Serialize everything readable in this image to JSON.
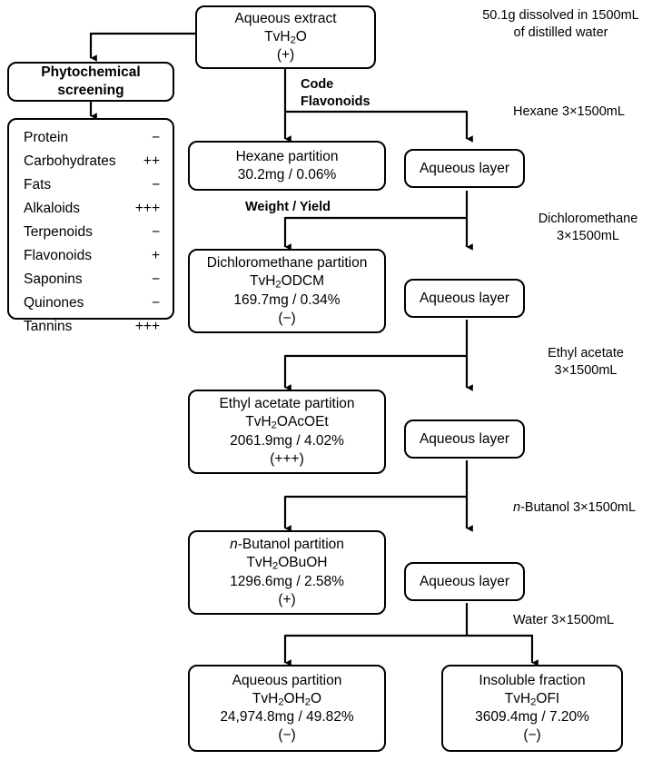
{
  "diagram": {
    "title": "Aqueous extract fractionation flowchart",
    "nodes": {
      "aqueous_extract": {
        "line1": "Aqueous extract",
        "line2": "TvH2O",
        "line3": "(+)"
      },
      "phytochemical_screening": {
        "line1": "Phytochemical",
        "line2": "screening"
      },
      "hexane_partition": {
        "line1": "Hexane partition",
        "line2": "30.2mg / 0.06%"
      },
      "dcm_partition": {
        "line1": "Dichloromethane partition",
        "line2": "TvH2ODCM",
        "line3": "169.7mg / 0.34%",
        "line4": "(−)"
      },
      "etoac_partition": {
        "line1": "Ethyl acetate partition",
        "line2": "TvH2OAcOEt",
        "line3": "2061.9mg / 4.02%",
        "line4": "(+++)"
      },
      "buoh_partition": {
        "line1": "n-Butanol partition",
        "line2": "TvH2OBuOH",
        "line3": "1296.6mg / 2.58%",
        "line4": "(+)"
      },
      "aqueous_partition": {
        "line1": "Aqueous partition",
        "line2": "TvH2OH2O",
        "line3": "24,974.8mg / 49.82%",
        "line4": "(−)"
      },
      "insoluble_fraction": {
        "line1": "Insoluble fraction",
        "line2": "TvH2OFI",
        "line3": "3609.4mg / 7.20%",
        "line4": "(−)"
      },
      "aqueous_layer_1": {
        "label": "Aqueous layer"
      },
      "aqueous_layer_2": {
        "label": "Aqueous layer"
      },
      "aqueous_layer_3": {
        "label": "Aqueous layer"
      },
      "aqueous_layer_4": {
        "label": "Aqueous layer"
      }
    },
    "annotations": {
      "dissolution": {
        "line1": "50.1g dissolved in 1500mL",
        "line2": "of distilled water"
      },
      "code_flavonoids": {
        "line1": "Code",
        "line2": "Flavonoids"
      },
      "weight_yield": {
        "label": "Weight / Yield"
      },
      "hexane_solvent": {
        "line1": "Hexane 3×1500mL"
      },
      "dcm_solvent": {
        "line1": "Dichloromethane",
        "line2": "3×1500mL"
      },
      "etoac_solvent": {
        "line1": "Ethyl acetate",
        "line2": "3×1500mL"
      },
      "buoh_solvent": {
        "line1": "n-Butanol 3×1500mL"
      },
      "water_solvent": {
        "line1": "Water 3×1500mL"
      }
    },
    "screening_table": {
      "rows": [
        {
          "name": "Protein",
          "value": "−"
        },
        {
          "name": "Carbohydrates",
          "value": "++"
        },
        {
          "name": "Fats",
          "value": "−"
        },
        {
          "name": "Alkaloids",
          "value": "+++"
        },
        {
          "name": "Terpenoids",
          "value": "−"
        },
        {
          "name": "Flavonoids",
          "value": "+"
        },
        {
          "name": "Saponins",
          "value": "−"
        },
        {
          "name": "Quinones",
          "value": "−"
        },
        {
          "name": "Tannins",
          "value": "+++"
        }
      ]
    },
    "colors": {
      "stroke": "#000000",
      "background": "#ffffff",
      "text": "#000000"
    }
  }
}
